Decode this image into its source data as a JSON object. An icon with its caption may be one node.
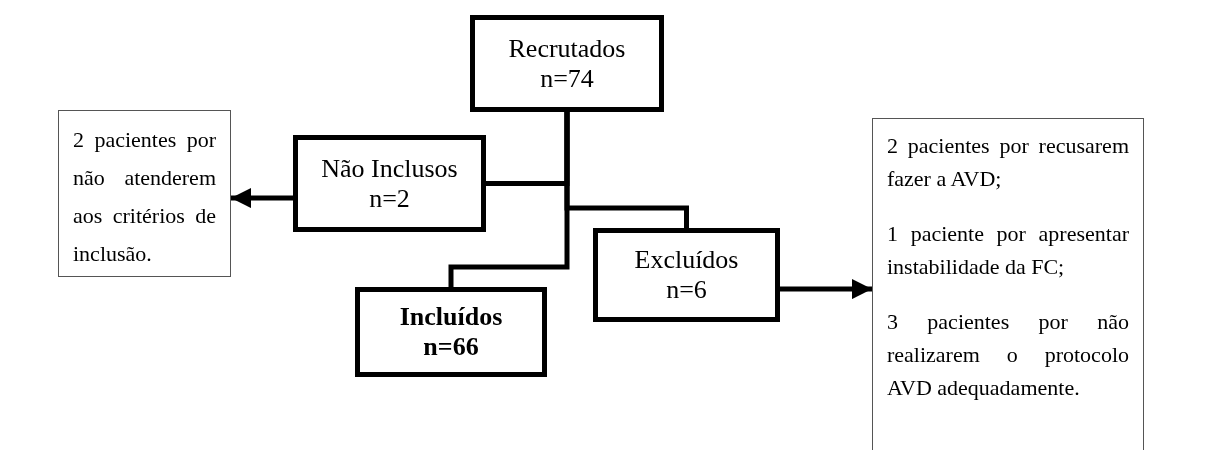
{
  "diagram": {
    "nodes": [
      {
        "text": [
          "Recrutados",
          "n=74"
        ]
      },
      {
        "text": [
          "2 pacientes por não atenderem aos critérios de inclusão."
        ]
      },
      {
        "text": [
          "Não Inclusos",
          "n=2"
        ]
      },
      {
        "text": [
          "2 pacientes por recusarem fazer a AVD;",
          "1 paciente por apresentar instabilidade da FC;",
          "3 pacientes por não realizarem o protocolo AVD adequadamente."
        ]
      },
      {
        "text": [
          "Excluídos",
          "n=6"
        ]
      },
      {
        "text": [
          "Incluídos",
          "n=66"
        ]
      }
    ],
    "edges": [
      {
        "from": 0,
        "to": 2,
        "arrow": "none"
      },
      {
        "from": 0,
        "to": 4,
        "arrow": "none"
      },
      {
        "from": 0,
        "to": 5,
        "arrow": "none"
      },
      {
        "from": 2,
        "to": 1,
        "arrow": "to"
      },
      {
        "from": 4,
        "to": 3,
        "arrow": "to"
      }
    ]
  }
}
